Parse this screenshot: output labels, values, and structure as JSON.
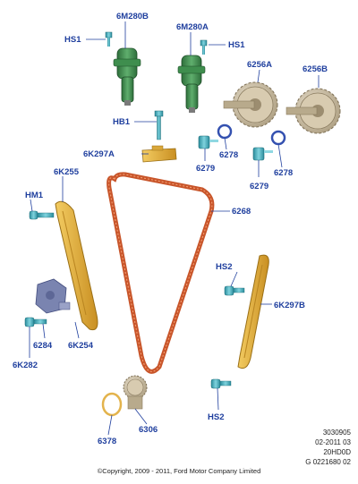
{
  "labels": {
    "vct_solenoid_left": "6M280B",
    "vct_solenoid_right": "6M280A",
    "hs1_left": "HS1",
    "hs1_right": "HS1",
    "sprocket_intake": "6256A",
    "sprocket_exhaust": "6256B",
    "bolt_hb1": "HB1",
    "bolt_6279_left": "6279",
    "bolt_6279_right": "6279",
    "washer_6278_left": "6278",
    "washer_6278_right": "6278",
    "upper_guide": "6K297A",
    "chain": "6268",
    "tensioner_arm": "6K255",
    "bolt_hm1": "HM1",
    "bolt_hs2_upper": "HS2",
    "bolt_hs2_lower": "HS2",
    "right_guide": "6K297B",
    "bolt_6284": "6284",
    "guide_6k254": "6K254",
    "bolt_6k282": "6K282",
    "crank_sprocket": "6306",
    "oring_6378": "6378"
  },
  "reference": {
    "line1": "3030905",
    "line2": "02-2011 03",
    "line3": "20HD0D",
    "line4": "G 0221680 02"
  },
  "copyright": "©Copyright, 2009 - 2011, Ford Motor Company Limited",
  "colors": {
    "label": "#1f3f9e",
    "leader": "#1f3f9e",
    "chain": "#c8552a",
    "guide": "#e6b03a",
    "solenoid": "#3f8e4e",
    "bolt": "#3aa9b9",
    "sprocket": "#c7b79d",
    "tensioner": "#7a84b0"
  }
}
